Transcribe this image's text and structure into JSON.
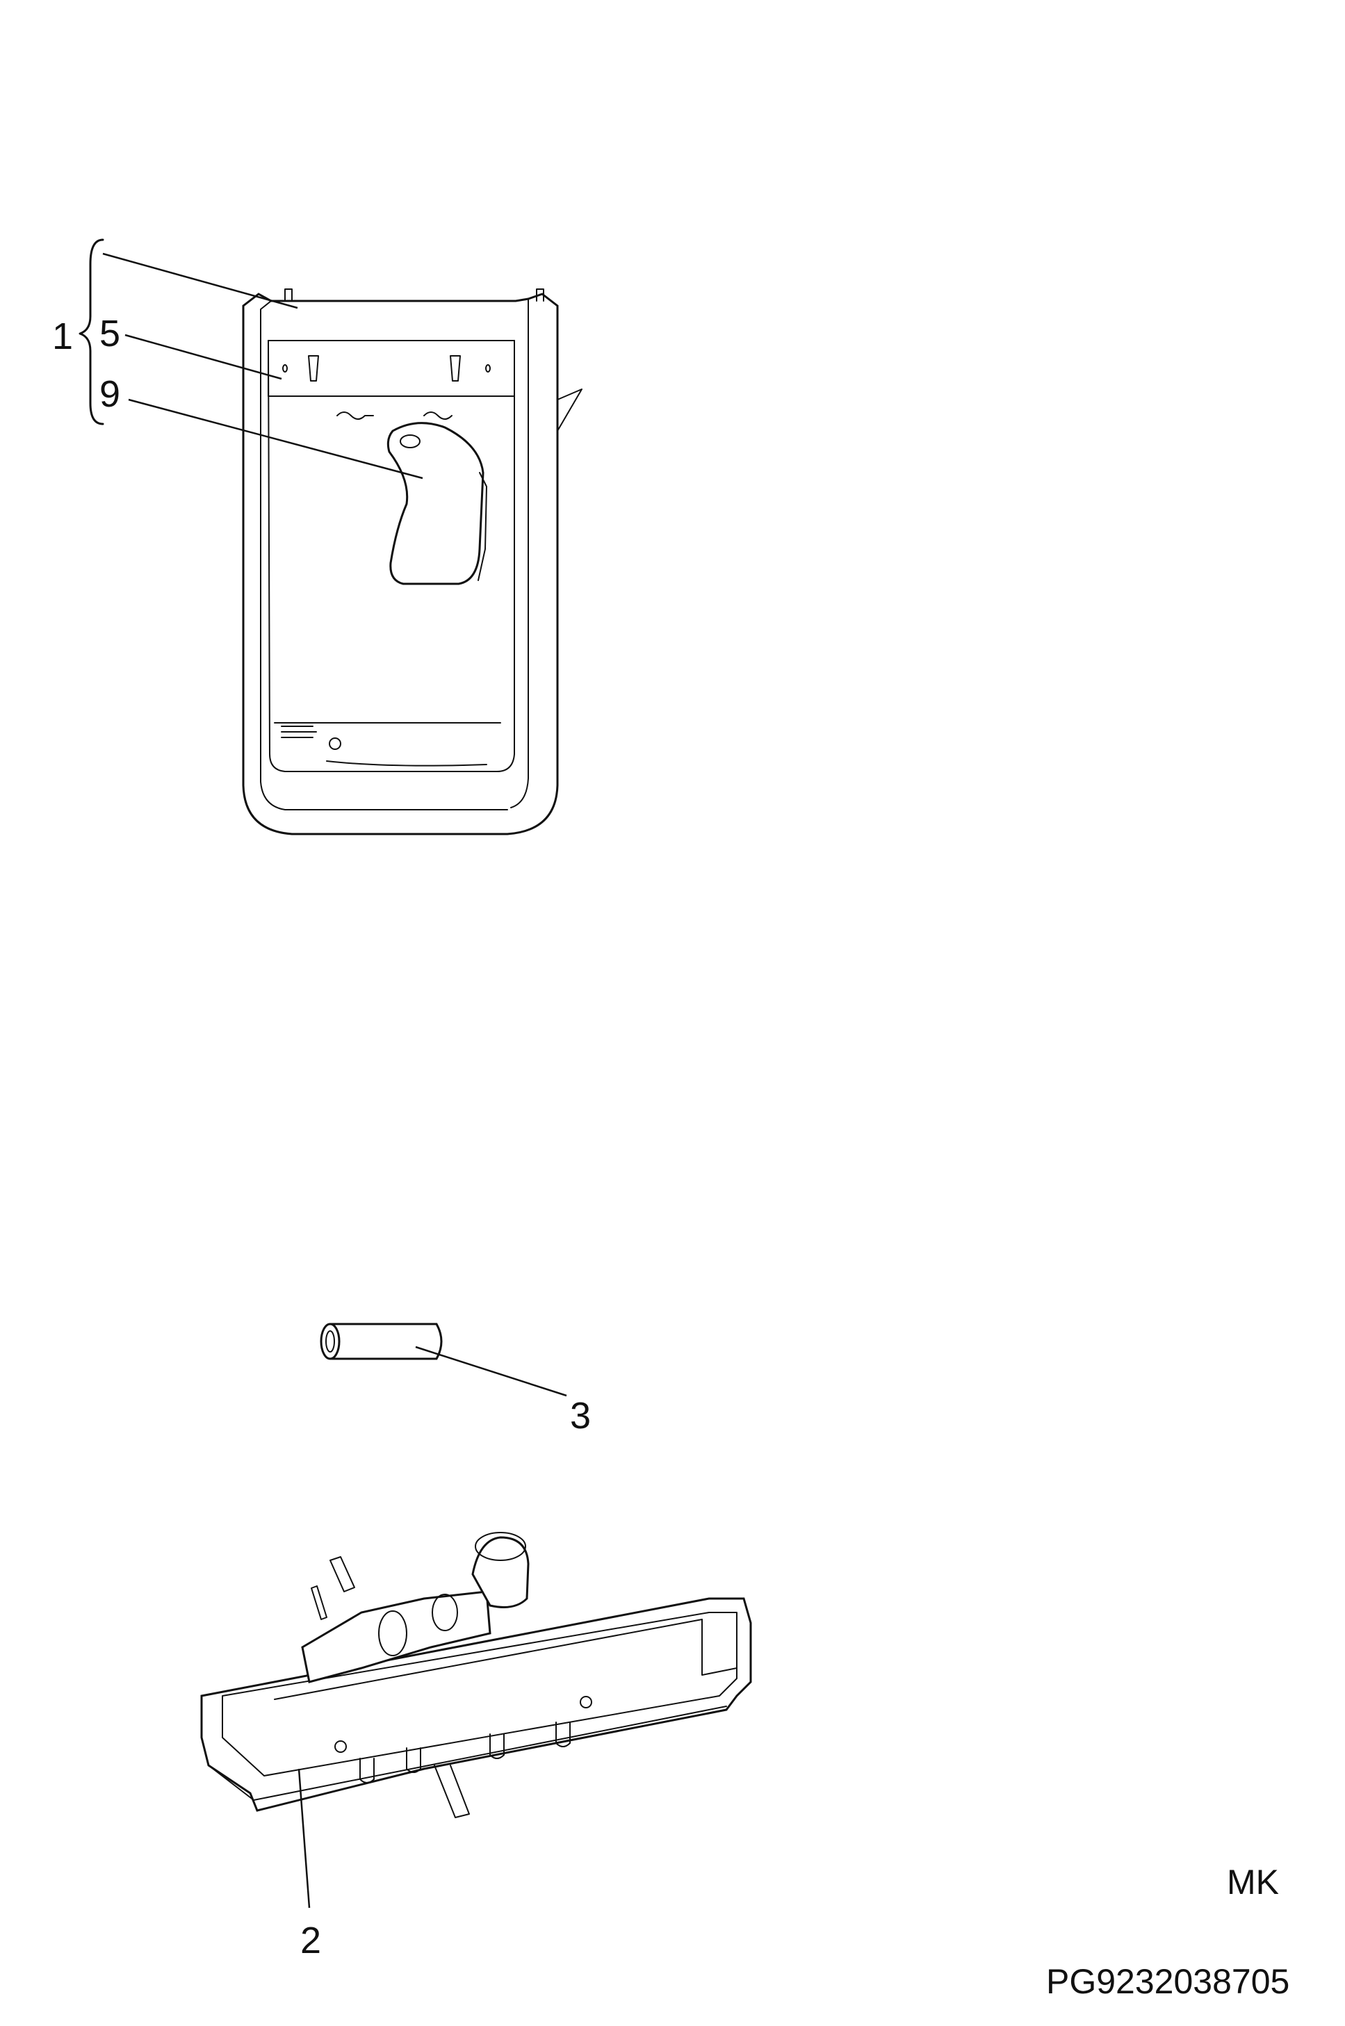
{
  "callouts": {
    "assembly": "1",
    "part_5": "5",
    "part_9": "9",
    "part_3": "3",
    "part_2": "2"
  },
  "footer": {
    "code": "MK",
    "drawing_number": "PG9232038705"
  }
}
